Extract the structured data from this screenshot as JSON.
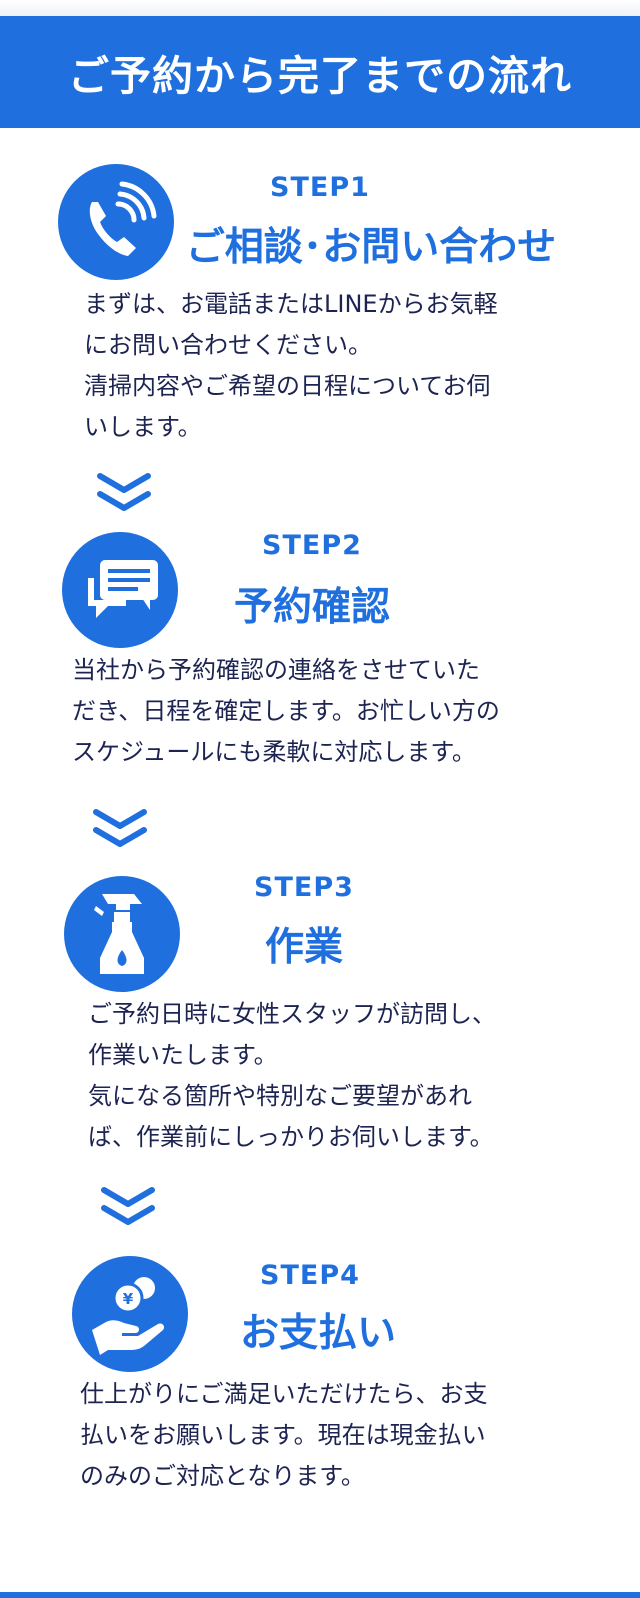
{
  "header": {
    "title": "ご予約から完了までの流れ"
  },
  "steps": [
    {
      "label": "STEP1",
      "title": "ご相談･お問い合わせ",
      "icon": "phone-icon",
      "lines": [
        "まずは、お電話またはLINEからお気軽",
        "にお問い合わせください。",
        "清掃内容やご希望の日程についてお伺",
        "いします。"
      ]
    },
    {
      "label": "STEP2",
      "title": "予約確認",
      "icon": "chat-icon",
      "lines": [
        "当社から予約確認の連絡をさせていた",
        "だき、日程を確定します。お忙しい方の",
        "スケジュールにも柔軟に対応します。"
      ]
    },
    {
      "label": "STEP3",
      "title": "作業",
      "icon": "spray-bottle-icon",
      "lines": [
        "ご予約日時に女性スタッフが訪問し、",
        "作業いたします。",
        "気になる箇所や特別なご要望があれ",
        "ば、作業前にしっかりお伺いします。"
      ]
    },
    {
      "label": "STEP4",
      "title": "お支払い",
      "icon": "hand-coin-icon",
      "coin_symbol": "¥",
      "lines": [
        "仕上がりにご満足いただけたら、お支",
        "払いをお願いします。現在は現金払い",
        "のみのご対応となります。"
      ]
    }
  ],
  "colors": {
    "accent": "#1f70de",
    "text": "#1e2452",
    "background": "#ffffff"
  }
}
